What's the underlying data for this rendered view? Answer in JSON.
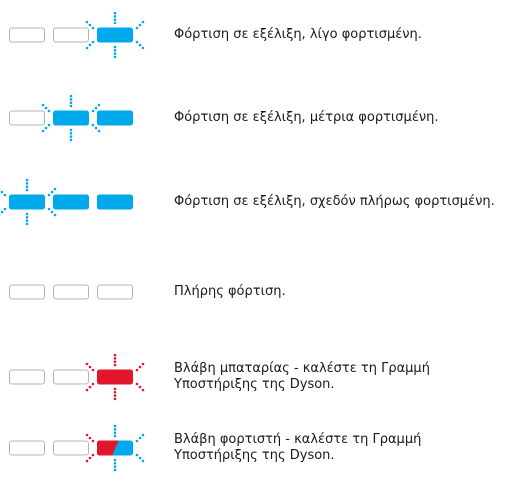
{
  "colors": {
    "charge": "#00a8ec",
    "fault": "#e3172b",
    "segment_outline": "#b4b4b4",
    "segment_fill_empty": "#ffffff",
    "text": "#1a1a1a"
  },
  "rows": [
    {
      "state": "charging-low",
      "segments": [
        "empty",
        "empty",
        "blue"
      ],
      "flash_segment": 2,
      "flash_color": "blue",
      "label_lines": [
        "Φόρτιση σε εξέλιξη, λίγο φορτισμένη."
      ]
    },
    {
      "state": "charging-medium",
      "segments": [
        "empty",
        "blue",
        "blue"
      ],
      "flash_segment": 1,
      "flash_color": "blue",
      "label_lines": [
        "Φόρτιση σε εξέλιξη, μέτρια φορτισμένη."
      ]
    },
    {
      "state": "charging-almost-full",
      "segments": [
        "blue",
        "blue",
        "blue"
      ],
      "flash_segment": 0,
      "flash_color": "blue",
      "label_lines": [
        "Φόρτιση σε εξέλιξη, σχεδόν πλήρως φορτισμένη."
      ]
    },
    {
      "state": "fully-charged",
      "segments": [
        "empty",
        "empty",
        "empty"
      ],
      "flash_segment": null,
      "flash_color": null,
      "label_lines": [
        "Πλήρης φόρτιση."
      ]
    },
    {
      "state": "battery-fault",
      "segments": [
        "empty",
        "empty",
        "red"
      ],
      "flash_segment": 2,
      "flash_color": "red",
      "label_lines": [
        "Βλάβη μπαταρίας - καλέστε τη Γραμμή",
        "Υποστήριξης της Dyson."
      ]
    },
    {
      "state": "charger-fault",
      "segments": [
        "empty",
        "empty",
        "split"
      ],
      "flash_segment": 2,
      "flash_color": "split",
      "label_lines": [
        "Βλάβη φορτιστή - καλέστε τη Γραμμή",
        "Υποστήριξης της Dyson."
      ]
    }
  ]
}
